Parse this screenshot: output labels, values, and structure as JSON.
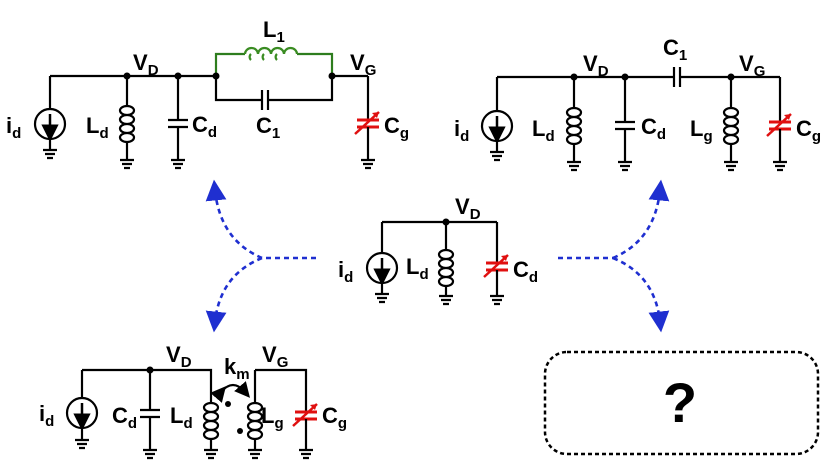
{
  "circuit_top_left": {
    "source": {
      "main": "i",
      "sub": "d"
    },
    "node_left": {
      "main": "V",
      "sub": "D"
    },
    "node_right": {
      "main": "V",
      "sub": "G"
    },
    "inductor_shunt": {
      "main": "L",
      "sub": "d"
    },
    "cap_shunt": {
      "main": "C",
      "sub": "d"
    },
    "inductor_series": {
      "main": "L",
      "sub": "1"
    },
    "cap_series": {
      "main": "C",
      "sub": "1"
    },
    "cap_var": {
      "main": "C",
      "sub": "g"
    }
  },
  "circuit_top_right": {
    "source": {
      "main": "i",
      "sub": "d"
    },
    "node_left": {
      "main": "V",
      "sub": "D"
    },
    "node_right": {
      "main": "V",
      "sub": "G"
    },
    "inductor_shunt": {
      "main": "L",
      "sub": "d"
    },
    "cap_shunt": {
      "main": "C",
      "sub": "d"
    },
    "cap_series": {
      "main": "C",
      "sub": "1"
    },
    "inductor_g": {
      "main": "L",
      "sub": "g"
    },
    "cap_var": {
      "main": "C",
      "sub": "g"
    }
  },
  "circuit_center": {
    "source": {
      "main": "i",
      "sub": "d"
    },
    "node": {
      "main": "V",
      "sub": "D"
    },
    "inductor": {
      "main": "L",
      "sub": "d"
    },
    "cap_var": {
      "main": "C",
      "sub": "d"
    }
  },
  "circuit_bottom_left": {
    "source": {
      "main": "i",
      "sub": "d"
    },
    "node_left": {
      "main": "V",
      "sub": "D"
    },
    "node_right": {
      "main": "V",
      "sub": "G"
    },
    "cap_shunt": {
      "main": "C",
      "sub": "d"
    },
    "inductor_d": {
      "main": "L",
      "sub": "d"
    },
    "coupling": {
      "main": "k",
      "sub": "m"
    },
    "inductor_g": {
      "main": "L",
      "sub": "g"
    },
    "cap_var": {
      "main": "C",
      "sub": "g"
    }
  },
  "unknown_box": {
    "text": "?"
  },
  "colors": {
    "arrow": "#1f2fd0",
    "varactor": "#e01010",
    "series_inductor": "#2e7d1e"
  }
}
